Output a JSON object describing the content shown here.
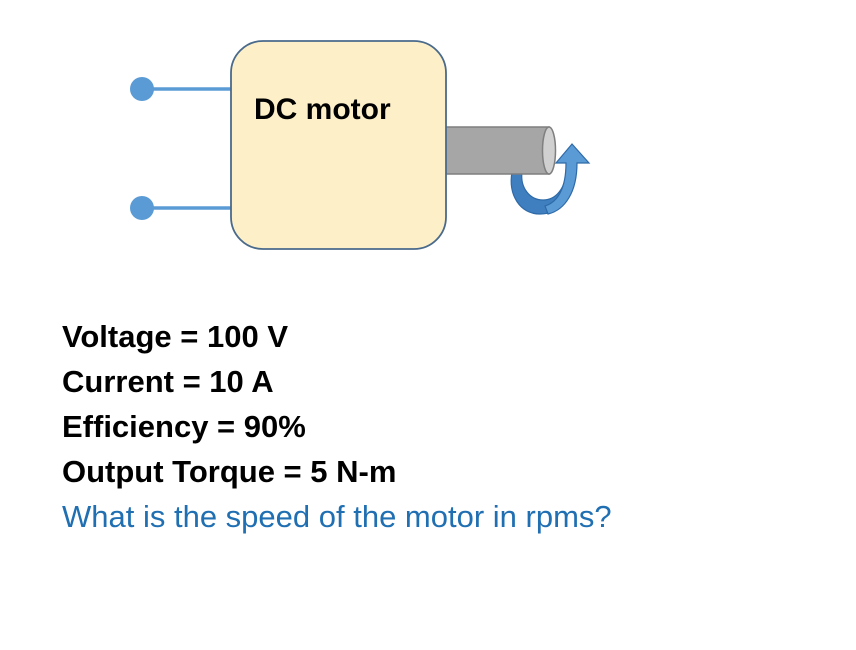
{
  "diagram": {
    "motor_label": "DC motor"
  },
  "specs": {
    "voltage": "Voltage = 100 V",
    "current": "Current = 10 A",
    "efficiency": "Efficiency = 90%",
    "torque": "Output Torque = 5 N-m"
  },
  "question": "What is the speed of the motor in rpms?",
  "colors": {
    "motor_fill": "#fdf0c8",
    "motor_stroke": "#4a6a8c",
    "wire": "#5b9bd5",
    "shaft": "#a6a6a6",
    "arrow": "#5b9bd5",
    "spec_text": "#000000",
    "question_text": "#1f6fb2"
  }
}
